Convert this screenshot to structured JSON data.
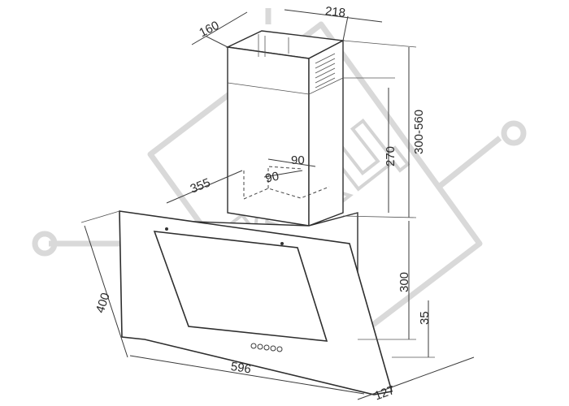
{
  "diagram": {
    "dimensions": {
      "duct_depth": "160",
      "duct_width": "218",
      "duct_height": "270",
      "chimney_range": "300-560",
      "outlet_offset_a": "90",
      "outlet_offset_b": "90",
      "mount_depth": "355",
      "panel_height": "400",
      "body_height": "300",
      "base_height": "35",
      "width": "596",
      "depth": "127"
    },
    "watermark": {
      "text": "ККЦ"
    }
  }
}
